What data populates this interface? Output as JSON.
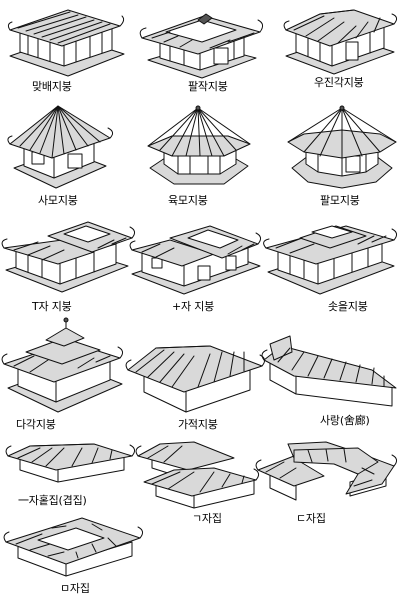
{
  "roof_types": [
    {
      "id": "matbae",
      "label": "맞배지붕"
    },
    {
      "id": "paljak",
      "label": "팔작지붕"
    },
    {
      "id": "ujingak",
      "label": "우진각지붕"
    },
    {
      "id": "samo",
      "label": "사모지붕"
    },
    {
      "id": "yukmo",
      "label": "육모지붕"
    },
    {
      "id": "palmo",
      "label": "팔모지붕"
    },
    {
      "id": "tja",
      "label": "T자 지붕"
    },
    {
      "id": "sipja",
      "label": "+자 지붕"
    },
    {
      "id": "soseul",
      "label": "솟을지붕"
    },
    {
      "id": "dagak",
      "label": "다각지붕"
    },
    {
      "id": "gajeok",
      "label": "가적지붕"
    },
    {
      "id": "sarang",
      "label": "사랑(舍廊)"
    },
    {
      "id": "ilja",
      "label": "一자홑집(겹집)"
    },
    {
      "id": "giyeok",
      "label": "ㄱ자집"
    },
    {
      "id": "digeut",
      "label": "ㄷ자집"
    },
    {
      "id": "mieum",
      "label": "ㅁ자집"
    }
  ]
}
